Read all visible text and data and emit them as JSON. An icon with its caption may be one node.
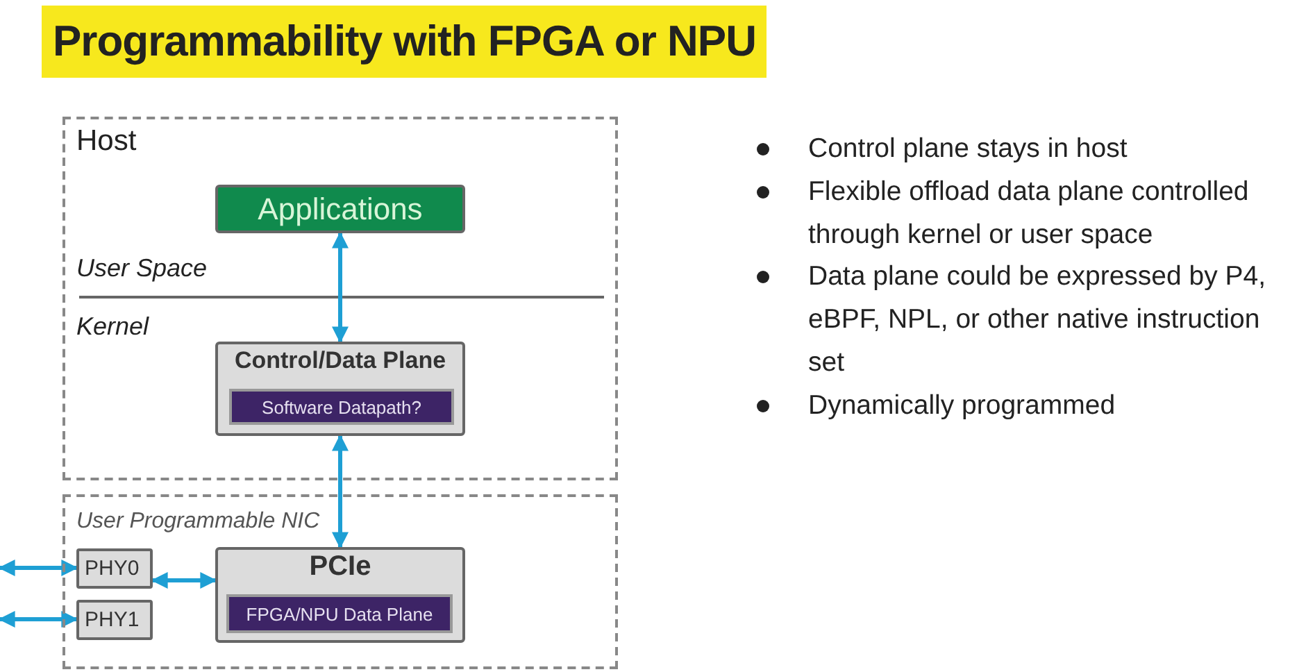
{
  "diagram": {
    "title": "Programmability with FPGA or NPU",
    "nodes": [
      {
        "text": [
          "Host"
        ]
      },
      {
        "text": [
          "Applications"
        ],
        "in": 0
      },
      {
        "text": [
          "Control/Data Plane"
        ],
        "in": 0
      },
      {
        "text": [
          "Software Datapath?"
        ],
        "in": 2
      },
      {
        "text": [
          "User Programmable NIC"
        ]
      },
      {
        "text": [
          "PHY0"
        ],
        "in": 4
      },
      {
        "text": [
          "PHY1"
        ],
        "in": 4
      },
      {
        "text": [
          "PCIe"
        ],
        "in": 4
      },
      {
        "text": [
          "FPGA/NPU Data Plane"
        ],
        "in": 7
      }
    ],
    "edges": [
      {
        "from": 1,
        "to": 2,
        "arrow": "both"
      },
      {
        "from": 2,
        "to": 7,
        "arrow": "both"
      },
      {
        "from": null,
        "to": 5,
        "arrow": "both"
      },
      {
        "from": null,
        "to": 6,
        "arrow": "both"
      },
      {
        "from": 5,
        "to": 7,
        "arrow": "both"
      }
    ],
    "labels": [
      "User Space",
      "Kernel",
      "Control plane stays in host",
      "Flexible offload data plane controlled through kernel or user space",
      "Data plane could be expressed by P4, eBPF, NPL, or other native instruction set",
      "Dynamically programmed"
    ]
  }
}
